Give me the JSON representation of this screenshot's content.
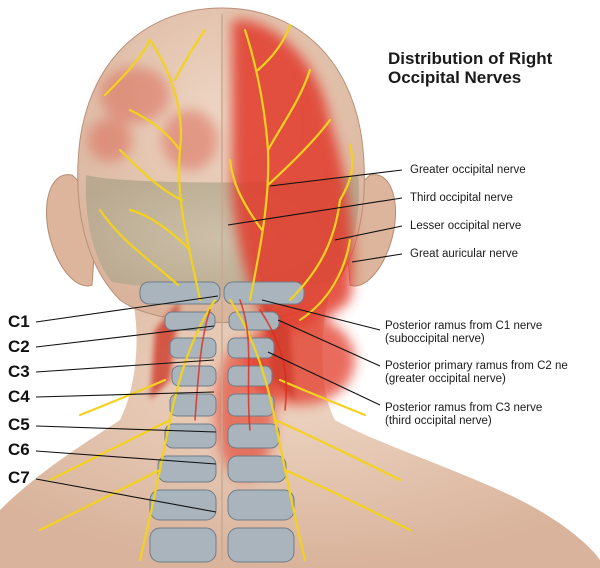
{
  "title_line1": "Distribution of Right",
  "title_line2": "Occipital Nerves",
  "nerve_labels": [
    "Greater occipital nerve",
    "Third occipital nerve",
    "Lesser occipital nerve",
    "Great auricular nerve"
  ],
  "ramus_labels": [
    {
      "line1": "Posterior ramus from C1 nerve",
      "line2": "(suboccipital nerve)"
    },
    {
      "line1": "Posterior primary ramus from C2 ne",
      "line2": "(greater occipital nerve)"
    },
    {
      "line1": "Posterior ramus from C3 nerve",
      "line2": "(third occipital nerve)"
    }
  ],
  "vertebrae": [
    "C1",
    "C2",
    "C3",
    "C4",
    "C5",
    "C6",
    "C7"
  ],
  "colors": {
    "skin": "#e6c9b3",
    "pain": "#e03a2c",
    "nerve": "#f2d21f",
    "bone": "#a9b4bd"
  }
}
